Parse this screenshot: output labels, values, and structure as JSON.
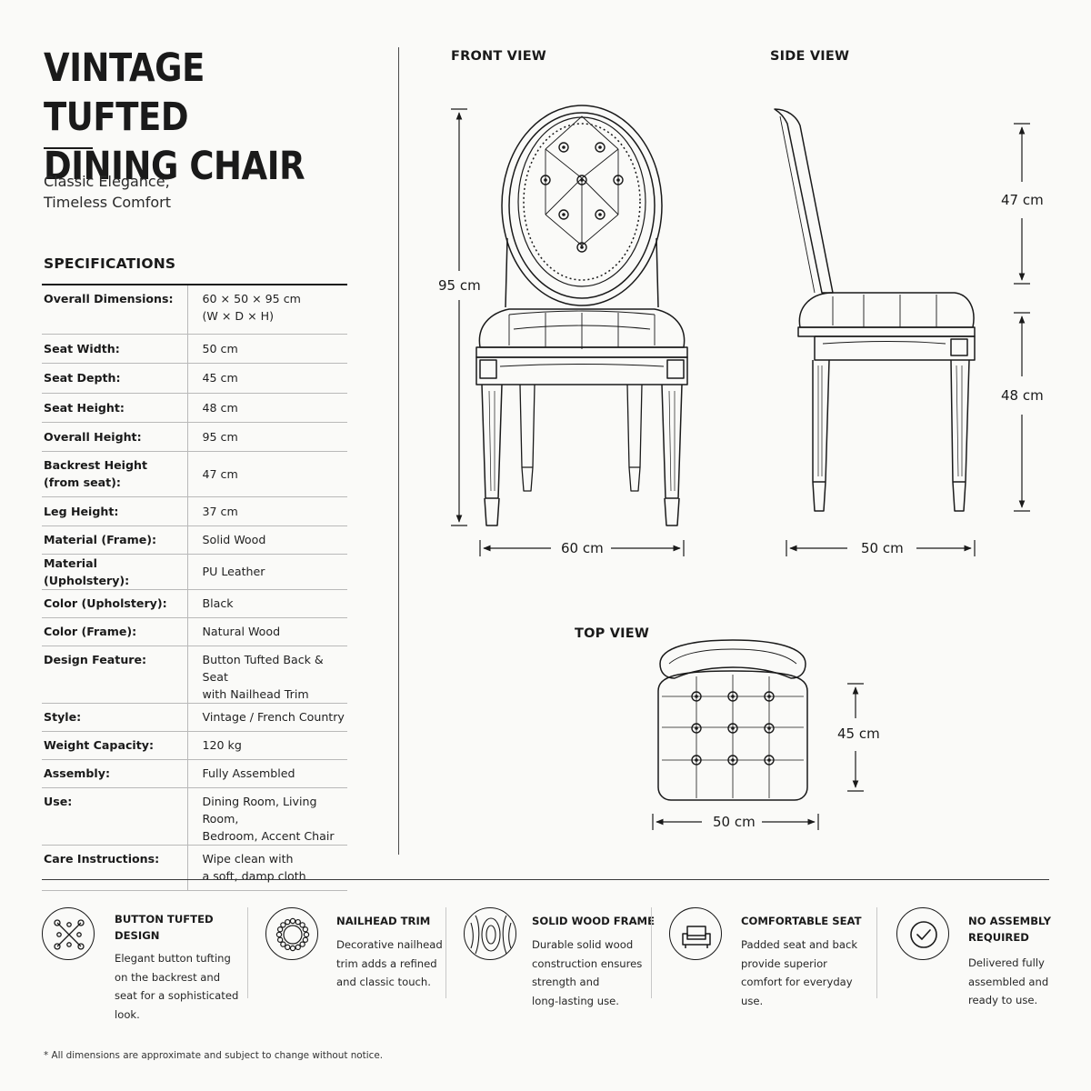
{
  "title_line1": "Vintage Tufted",
  "title_line2": "Dining Chair",
  "subtitle_line1": "Classic Elegance,",
  "subtitle_line2": "Timeless Comfort",
  "specifications": {
    "heading": "SPECIFICATIONS",
    "rows": [
      {
        "key": "Overall Dimensions:",
        "value_lines": [
          "60 × 50 × 95 cm",
          "(W × D × H)"
        ]
      },
      {
        "key": "Seat Width:",
        "value_lines": [
          "50 cm"
        ]
      },
      {
        "key": "Seat Depth:",
        "value_lines": [
          "45 cm"
        ]
      },
      {
        "key": "Seat Height:",
        "value_lines": [
          "48 cm"
        ]
      },
      {
        "key": "Overall Height:",
        "value_lines": [
          "95 cm"
        ]
      },
      {
        "key": "Backrest Height\n(from seat):",
        "value_lines": [
          "47 cm"
        ]
      },
      {
        "key": "Leg Height:",
        "value_lines": [
          "37 cm"
        ]
      },
      {
        "key": "Material (Frame):",
        "value_lines": [
          "Solid Wood"
        ]
      },
      {
        "key": "Material (Upholstery):",
        "value_lines": [
          "PU Leather"
        ]
      },
      {
        "key": "Color (Upholstery):",
        "value_lines": [
          "Black"
        ]
      },
      {
        "key": "Color (Frame):",
        "value_lines": [
          "Natural Wood"
        ]
      },
      {
        "key": "Design Feature:",
        "value_lines": [
          "Button Tufted Back & Seat",
          "with Nailhead Trim"
        ]
      },
      {
        "key": "Style:",
        "value_lines": [
          "Vintage / French Country"
        ]
      },
      {
        "key": "Weight Capacity:",
        "value_lines": [
          "120 kg"
        ]
      },
      {
        "key": "Assembly:",
        "value_lines": [
          "Fully Assembled"
        ]
      },
      {
        "key": "Use:",
        "value_lines": [
          "Dining Room, Living Room,",
          "Bedroom, Accent Chair"
        ]
      },
      {
        "key": "Care Instructions:",
        "value_lines": [
          "Wipe clean with",
          "a soft, damp cloth"
        ]
      }
    ]
  },
  "views": {
    "front": {
      "label": "FRONT VIEW",
      "height": "95 cm",
      "width": "60 cm"
    },
    "side": {
      "label": "SIDE VIEW",
      "backrest": "47 cm",
      "seat_height": "48 cm",
      "depth": "50 cm"
    },
    "top": {
      "label": "TOP VIEW",
      "depth": "45 cm",
      "width": "50 cm"
    }
  },
  "features": [
    {
      "icon": "button-tufting-icon",
      "title": "BUTTON TUFTED\nDESIGN",
      "text": "Elegant button tufting\non the backrest and\nseat for a sophisticated\nlook."
    },
    {
      "icon": "nailhead-trim-icon",
      "title": "NAILHEAD TRIM",
      "text": "Decorative nailhead\ntrim adds a refined\nand classic touch."
    },
    {
      "icon": "wood-grain-icon",
      "title": "SOLID WOOD FRAME",
      "text": "Durable solid wood\nconstruction ensures\nstrength and\nlong-lasting use."
    },
    {
      "icon": "armchair-icon",
      "title": "COMFORTABLE SEAT",
      "text": "Padded seat and back\nprovide superior\ncomfort for everyday\nuse."
    },
    {
      "icon": "checkmark-icon",
      "title": "NO ASSEMBLY\nREQUIRED",
      "text": "Delivered fully\nassembled and\nready to use."
    }
  ],
  "footnote": "* All dimensions are approximate and subject to change without notice.",
  "colors": {
    "ink": "#1a1a1a",
    "background": "#fafaf8",
    "rule": "#b9b9b9"
  }
}
